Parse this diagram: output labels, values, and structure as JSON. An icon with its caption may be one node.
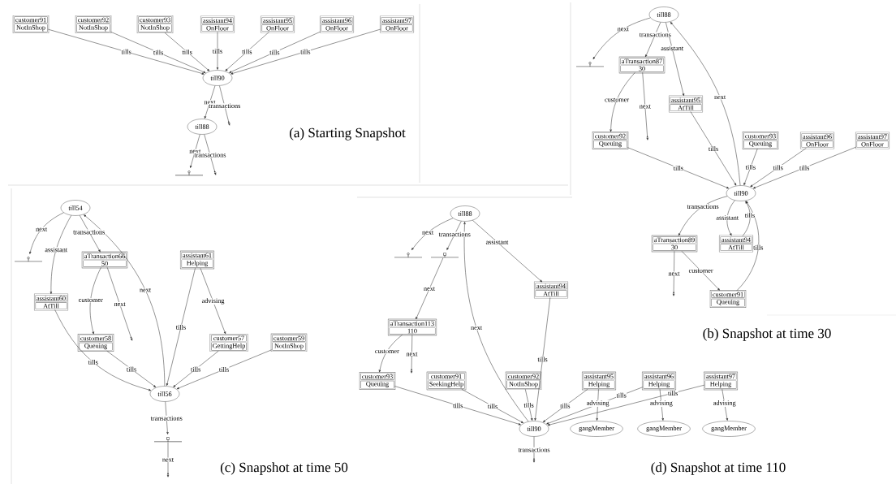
{
  "diagram": {
    "nodes": [
      {
        "text": [
          "customer91",
          "NotInShop"
        ]
      },
      {
        "text": [
          "customer92",
          "NotInShop"
        ]
      },
      {
        "text": [
          "customer93",
          "NotInShop"
        ]
      },
      {
        "text": [
          "assistant94",
          "OnFloor"
        ]
      },
      {
        "text": [
          "assistant95",
          "OnFloor"
        ]
      },
      {
        "text": [
          "assistant96",
          "OnFloor"
        ]
      },
      {
        "text": [
          "assistant97",
          "OnFloor"
        ]
      },
      {
        "text": [
          "till90"
        ]
      },
      {
        "text": [
          "till88"
        ]
      },
      {
        "text": [],
        "shape": "bar"
      },
      {
        "text": [
          "till88"
        ]
      },
      {
        "text": [],
        "shape": "bar"
      },
      {
        "text": [
          "aTransaction87",
          "30"
        ]
      },
      {
        "text": [
          "assistant95",
          "AtTill"
        ]
      },
      {
        "text": [
          "customer92",
          "Queuing"
        ]
      },
      {
        "text": [
          "customer93",
          "Queuing"
        ]
      },
      {
        "text": [
          "assistant96",
          "OnFloor"
        ]
      },
      {
        "text": [
          "assistant97",
          "OnFloor"
        ]
      },
      {
        "text": [
          "till90"
        ]
      },
      {
        "text": [
          "aTransaction89",
          "30"
        ]
      },
      {
        "text": [
          "assistant94",
          "AtTill"
        ]
      },
      {
        "text": [
          "customer91",
          "Queuing"
        ]
      },
      {
        "text": [
          "till54"
        ]
      },
      {
        "text": [],
        "shape": "bar"
      },
      {
        "text": [
          "aTransaction66",
          "50"
        ]
      },
      {
        "text": [
          "assistant61",
          "Helping"
        ]
      },
      {
        "text": [
          "assistant60",
          "AtTill"
        ]
      },
      {
        "text": [
          "customer58",
          "Queuing"
        ]
      },
      {
        "text": [
          "customer57",
          "GettingHelp"
        ]
      },
      {
        "text": [
          "customer59",
          "NotInShop"
        ]
      },
      {
        "text": [
          "till56"
        ]
      },
      {
        "text": [],
        "shape": "bar"
      },
      {
        "text": [
          "till88"
        ]
      },
      {
        "text": [],
        "shape": "bar"
      },
      {
        "text": [],
        "shape": "bar"
      },
      {
        "text": [
          "assistant94",
          "AtTill"
        ]
      },
      {
        "text": [
          "aTransaction113",
          "110"
        ]
      },
      {
        "text": [
          "customer93",
          "Queuing"
        ]
      },
      {
        "text": [
          "customer91",
          "SeekingHelp"
        ]
      },
      {
        "text": [
          "customer92",
          "NotInShop"
        ]
      },
      {
        "text": [
          "assistant95",
          "Helping"
        ]
      },
      {
        "text": [
          "assistant96",
          "Helping"
        ]
      },
      {
        "text": [
          "assistant97",
          "Helping"
        ]
      },
      {
        "text": [
          "till90"
        ]
      },
      {
        "text": [
          "gangMember"
        ]
      },
      {
        "text": [
          "gangMember"
        ]
      },
      {
        "text": [
          "gangMember"
        ]
      }
    ],
    "edges": [
      {
        "from": 0,
        "to": 7,
        "arrow": "to",
        "label": "tills"
      },
      {
        "from": 1,
        "to": 7,
        "arrow": "to",
        "label": "tills"
      },
      {
        "from": 2,
        "to": 7,
        "arrow": "to",
        "label": "tills"
      },
      {
        "from": 3,
        "to": 7,
        "arrow": "to",
        "label": "tills"
      },
      {
        "from": 4,
        "to": 7,
        "arrow": "to",
        "label": "tills"
      },
      {
        "from": 5,
        "to": 7,
        "arrow": "to",
        "label": "tills"
      },
      {
        "from": 6,
        "to": 7,
        "arrow": "to",
        "label": "tills"
      },
      {
        "from": 7,
        "to": 8,
        "arrow": "to",
        "label": "next"
      },
      {
        "from": 7,
        "to": null,
        "arrow": "to",
        "label": "transactions"
      },
      {
        "from": 8,
        "to": 9,
        "arrow": "to",
        "label": "next"
      },
      {
        "from": 8,
        "to": null,
        "arrow": "to",
        "label": "transactions"
      },
      {
        "from": 10,
        "to": 11,
        "arrow": "to",
        "label": "next"
      },
      {
        "from": 10,
        "to": 12,
        "arrow": "to",
        "label": "transactions"
      },
      {
        "from": 10,
        "to": 13,
        "arrow": "to",
        "label": "assistant"
      },
      {
        "from": 12,
        "to": 14,
        "arrow": "to",
        "label": "customer"
      },
      {
        "from": 12,
        "to": null,
        "arrow": "to",
        "label": "next"
      },
      {
        "from": 18,
        "to": 10,
        "arrow": "to",
        "label": "next"
      },
      {
        "from": 13,
        "to": 18,
        "arrow": "to",
        "label": "tills"
      },
      {
        "from": 14,
        "to": 18,
        "arrow": "to",
        "label": "tills"
      },
      {
        "from": 15,
        "to": 18,
        "arrow": "to",
        "label": "tills"
      },
      {
        "from": 16,
        "to": 18,
        "arrow": "to",
        "label": "tills"
      },
      {
        "from": 17,
        "to": 18,
        "arrow": "to",
        "label": "tills"
      },
      {
        "from": 18,
        "to": 19,
        "arrow": "to",
        "label": "transactions"
      },
      {
        "from": 18,
        "to": 20,
        "arrow": "to",
        "label": "assistant"
      },
      {
        "from": 20,
        "to": 18,
        "arrow": "to",
        "label": "tills"
      },
      {
        "from": 19,
        "to": null,
        "arrow": "to",
        "label": "next"
      },
      {
        "from": 19,
        "to": 21,
        "arrow": "to",
        "label": "customer"
      },
      {
        "from": 21,
        "to": 18,
        "arrow": "to",
        "label": "tills"
      },
      {
        "from": 22,
        "to": 23,
        "arrow": "to",
        "label": "next"
      },
      {
        "from": 22,
        "to": 26,
        "arrow": "to",
        "label": "assistant"
      },
      {
        "from": 22,
        "to": 24,
        "arrow": "to",
        "label": "transactions"
      },
      {
        "from": 24,
        "to": 27,
        "arrow": "to",
        "label": "customer"
      },
      {
        "from": 24,
        "to": null,
        "arrow": "to",
        "label": "next"
      },
      {
        "from": 30,
        "to": 22,
        "arrow": "to",
        "label": "next"
      },
      {
        "from": 26,
        "to": 30,
        "arrow": "to",
        "label": "tills"
      },
      {
        "from": 27,
        "to": 30,
        "arrow": "to",
        "label": "tills"
      },
      {
        "from": 25,
        "to": 30,
        "arrow": "to",
        "label": "tills"
      },
      {
        "from": 25,
        "to": 28,
        "arrow": "to",
        "label": "advising"
      },
      {
        "from": 28,
        "to": 30,
        "arrow": "to",
        "label": "tills"
      },
      {
        "from": 29,
        "to": 30,
        "arrow": "to",
        "label": "tills"
      },
      {
        "from": 30,
        "to": 31,
        "arrow": "to",
        "label": "transactions"
      },
      {
        "from": 31,
        "to": null,
        "arrow": "to",
        "label": "next"
      },
      {
        "from": 32,
        "to": 33,
        "arrow": "to",
        "label": "next"
      },
      {
        "from": 32,
        "to": 34,
        "arrow": "to",
        "label": "transactions"
      },
      {
        "from": 32,
        "to": 35,
        "arrow": "to",
        "label": "assistant"
      },
      {
        "from": 34,
        "to": 36,
        "arrow": "to",
        "label": "next"
      },
      {
        "from": 43,
        "to": 32,
        "arrow": "to",
        "label": "next"
      },
      {
        "from": 36,
        "to": 37,
        "arrow": "to",
        "label": "customer"
      },
      {
        "from": 36,
        "to": null,
        "arrow": "to",
        "label": "next"
      },
      {
        "from": 37,
        "to": 43,
        "arrow": "to",
        "label": "tills"
      },
      {
        "from": 38,
        "to": 43,
        "arrow": "to",
        "label": "tills"
      },
      {
        "from": 39,
        "to": 43,
        "arrow": "to",
        "label": "tills"
      },
      {
        "from": 35,
        "to": 43,
        "arrow": "to",
        "label": "tills"
      },
      {
        "from": 40,
        "to": 43,
        "arrow": "to",
        "label": "tills"
      },
      {
        "from": 40,
        "to": 44,
        "arrow": "to",
        "label": "advising"
      },
      {
        "from": 41,
        "to": 43,
        "arrow": "to",
        "label": "tills"
      },
      {
        "from": 41,
        "to": 45,
        "arrow": "to",
        "label": "advising"
      },
      {
        "from": 42,
        "to": 43,
        "arrow": "to",
        "label": "tills"
      },
      {
        "from": 42,
        "to": 46,
        "arrow": "to",
        "label": "advising"
      },
      {
        "from": 43,
        "to": null,
        "arrow": "to",
        "label": "transactions"
      }
    ],
    "labels": [
      "(a) Starting Snapshot",
      "(b) Snapshot at time 30",
      "(c) Snapshot at time 50",
      "(d) Snapshot at time 110"
    ]
  }
}
